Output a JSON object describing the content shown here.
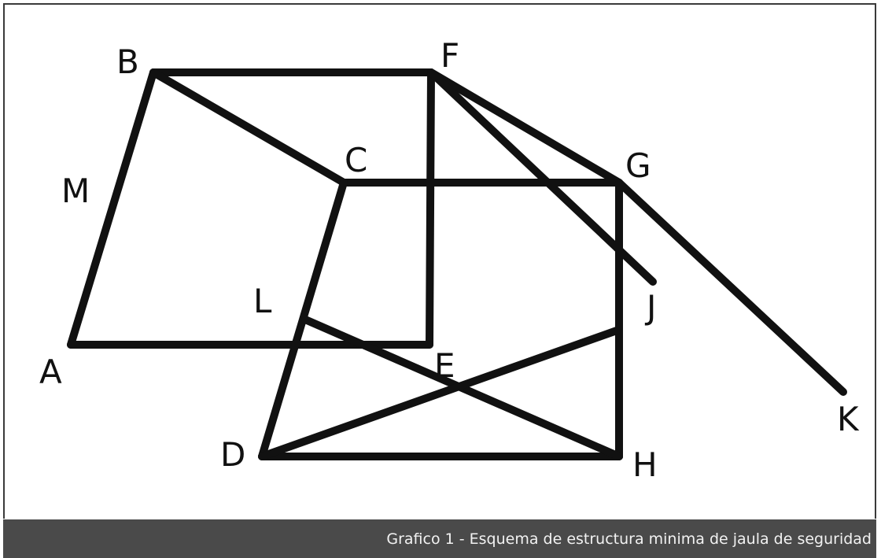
{
  "diagram": {
    "labels": {
      "A": "A",
      "B": "B",
      "C": "C",
      "D": "D",
      "E": "E",
      "F": "F",
      "G": "G",
      "H": "H",
      "J": "J",
      "K": "K",
      "L": "L",
      "M": "M"
    },
    "colors": {
      "stroke": "#111111",
      "caption_background": "#4a4a4a",
      "caption_text": "#f2f2f2"
    }
  },
  "caption": {
    "text": "Grafico 1 - Esquema de estructura minima de jaula de seguridad"
  }
}
